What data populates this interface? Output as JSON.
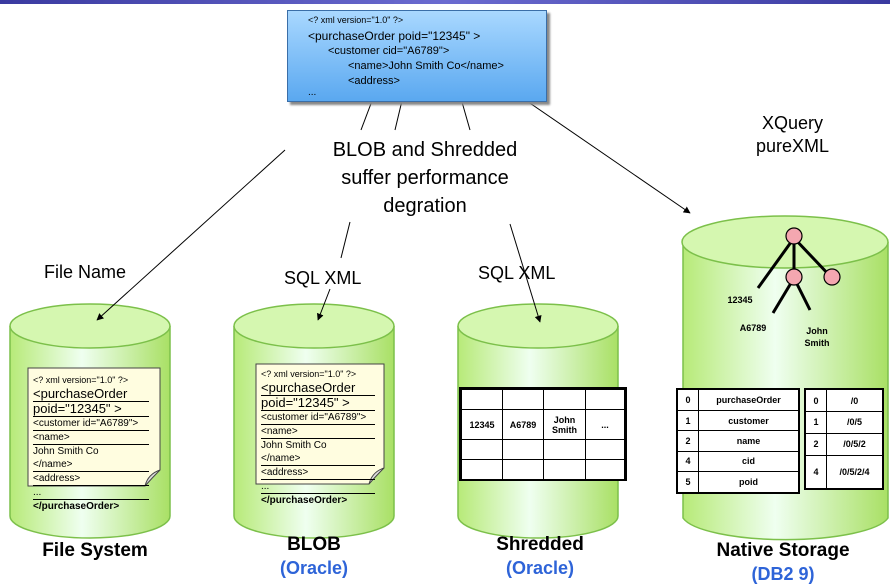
{
  "xml_box": {
    "line1": "<? xml version=\"1.0\" ?>",
    "line2": "<purchaseOrder poid=\"12345\" >",
    "line3": "<customer cid=\"A6789\">",
    "line4": "<name>John Smith Co</name>",
    "line5": "<address>",
    "line6": "..."
  },
  "center_note": {
    "line1": "BLOB and Shredded",
    "line2": "suffer performance",
    "line3": "degration"
  },
  "labels": {
    "file_name": "File Name",
    "sql_xml_blob": "SQL XML",
    "sql_xml_shredded": "SQL XML",
    "xquery": "XQuery",
    "purexml": "pureXML"
  },
  "file_doc": {
    "l1": "<? xml version=\"1.0\" ?>",
    "l2": "<purchaseOrder",
    "l3": "poid=\"12345\" >",
    "l4": "<customer id=\"A6789\">",
    "l5": "<name>",
    "l6": "John Smith Co",
    "l7": "</name>",
    "l8": "<address>",
    "l9": "...",
    "l10": "</purchaseOrder>"
  },
  "blob_doc": {
    "l1": "<? xml version=\"1.0\" ?>",
    "l2": "<purchaseOrder",
    "l3": "poid=\"12345\" >",
    "l4": "<customer id=\"A6789\">",
    "l5": "<name>",
    "l6": "John Smith Co",
    "l7": "</name>",
    "l8": "<address>",
    "l9": "...",
    "l10": "</purchaseOrder>"
  },
  "shredded_table": {
    "rows": [
      [
        "",
        "",
        "",
        ""
      ],
      [
        "12345",
        "A6789",
        "John Smith",
        "..."
      ],
      [
        "",
        "",
        "",
        ""
      ],
      [
        "",
        "",
        "",
        ""
      ]
    ]
  },
  "native_tree": {
    "n1": "12345",
    "n2": "A6789",
    "n3": "John Smith"
  },
  "native_table_left": [
    [
      "0",
      "purchaseOrder"
    ],
    [
      "1",
      "customer"
    ],
    [
      "2",
      "name"
    ],
    [
      "4",
      "cid"
    ],
    [
      "5",
      "poid"
    ]
  ],
  "native_table_right": [
    [
      "0",
      "/0"
    ],
    [
      "1",
      "/0/5"
    ],
    [
      "2",
      "/0/5/2"
    ],
    [
      "4",
      "/0/5/2/4"
    ]
  ],
  "titles": {
    "file_system": "File System",
    "blob": "BLOB",
    "blob_sub": "(Oracle)",
    "shredded": "Shredded",
    "shredded_sub": "(Oracle)",
    "native": "Native Storage",
    "native_sub": "(DB2 9)"
  },
  "colors": {
    "cylinder_light": "#e6ffcc",
    "cylinder_mid": "#b8ec7e",
    "cylinder_edge": "#6fb33c",
    "accent_blue": "#2e64d8",
    "node_pink": "#f4a7b0"
  }
}
